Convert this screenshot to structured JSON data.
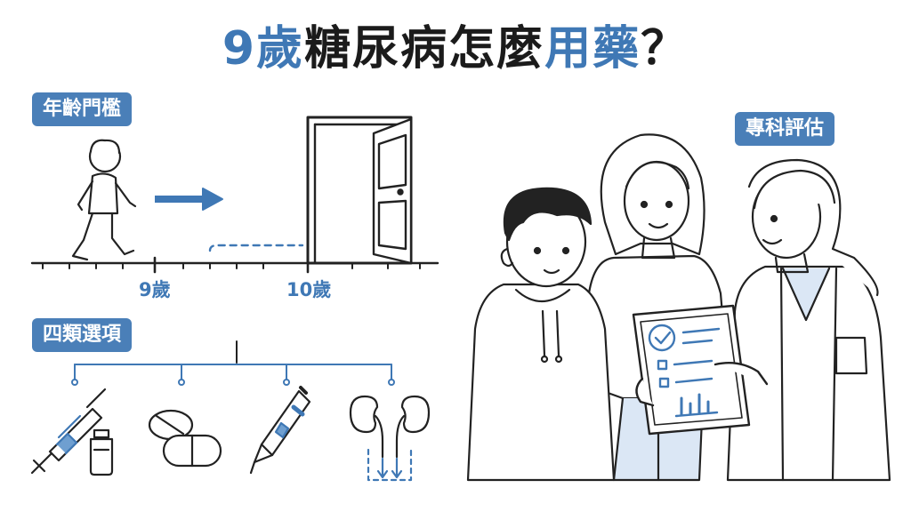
{
  "title": {
    "part1": "9歲",
    "part2": "糖尿病怎麼",
    "part3": "用藥",
    "part4": "？"
  },
  "labels": {
    "age_threshold": "年齡門檻",
    "four_options": "四類選項",
    "specialist_eval": "專科評估"
  },
  "timeline": {
    "age_9": "9歲",
    "age_10": "10歲"
  },
  "colors": {
    "accent": "#3f78b5",
    "label_bg": "#4a7fb8",
    "line": "#222222"
  },
  "icons": [
    "walking-child-icon",
    "arrow-right-icon",
    "open-door-icon",
    "syringe-icon",
    "vial-icon",
    "pills-icon",
    "insulin-pen-icon",
    "kidneys-icon",
    "tablet-checklist-icon"
  ]
}
